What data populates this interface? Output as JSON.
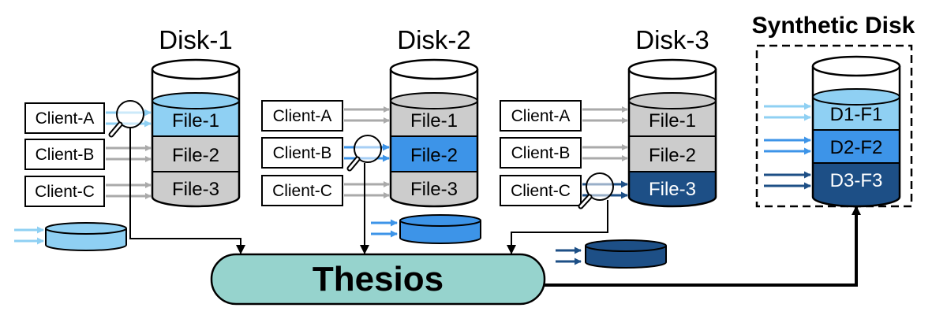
{
  "colors": {
    "light_blue": "#8fd0f3",
    "mid_blue": "#3d94e8",
    "dark_blue": "#1d4f86",
    "gray": "#cccccc",
    "thesios_fill": "#96d3cd",
    "arrow_gray": "#aaaaaa"
  },
  "disks": [
    {
      "title": "Disk-1",
      "clients": [
        "Client-A",
        "Client-B",
        "Client-C"
      ],
      "files": [
        "File-1",
        "File-2",
        "File-3"
      ],
      "highlighted_file": "File-1",
      "highlighted_client": "Client-A"
    },
    {
      "title": "Disk-2",
      "clients": [
        "Client-A",
        "Client-B",
        "Client-C"
      ],
      "files": [
        "File-1",
        "File-2",
        "File-3"
      ],
      "highlighted_file": "File-2",
      "highlighted_client": "Client-B"
    },
    {
      "title": "Disk-3",
      "clients": [
        "Client-A",
        "Client-B",
        "Client-C"
      ],
      "files": [
        "File-1",
        "File-2",
        "File-3"
      ],
      "highlighted_file": "File-3",
      "highlighted_client": "Client-C"
    }
  ],
  "synthetic_disk": {
    "title": "Synthetic Disk",
    "files": [
      "D1-F1",
      "D2-F2",
      "D3-F3"
    ]
  },
  "thesios": {
    "label": "Thesios"
  },
  "icons": [
    "magnifier-icon",
    "trace-disk-icon",
    "arrow-icon"
  ]
}
